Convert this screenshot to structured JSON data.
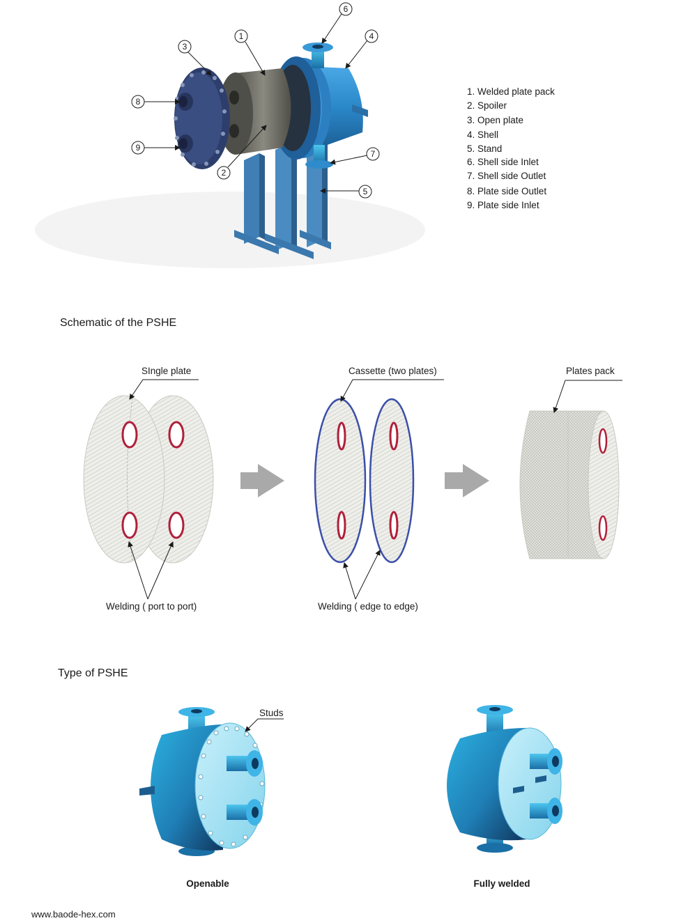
{
  "legend": [
    "1. Welded plate pack",
    "2. Spoiler",
    "3. Open plate",
    "4. Shell",
    "5. Stand",
    "6. Shell side Inlet",
    "7. Shell side Outlet",
    "8. Plate side Outlet",
    "9. Plate side Inlet"
  ],
  "callouts": [
    "1",
    "2",
    "3",
    "4",
    "5",
    "6",
    "7",
    "8",
    "9"
  ],
  "schematic": {
    "title": "Schematic of the PSHE",
    "single_plate_label": "SIngle plate",
    "cassette_label": "Cassette (two plates)",
    "plates_pack_label": "Plates pack",
    "welding_port_label": "Welding ( port to port)",
    "welding_edge_label": "Welding ( edge to edge)"
  },
  "types": {
    "title": "Type of PSHE",
    "studs_label": "Studs",
    "openable_label": "Openable",
    "fully_welded_label": "Fully welded"
  },
  "footer": {
    "url": "www.baode-hex.com"
  },
  "colors": {
    "shell_blue": "#2b86c6",
    "stand_blue": "#3f7fb5",
    "plate_pack_gray": "#6b6b64",
    "open_plate_navy": "#2e3e6c",
    "port_red": "#b0203a",
    "arrow_gray": "#a9a9a9",
    "cassette_edge": "#3a4fa8"
  }
}
